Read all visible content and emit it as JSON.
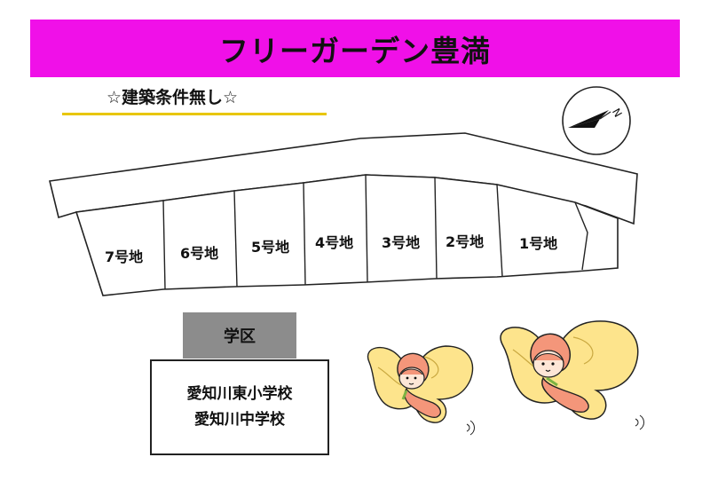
{
  "banner": {
    "title": "フリーガーデン豊満",
    "color": "#f010e8"
  },
  "subtitle": "☆建築条件無し☆",
  "compass": {
    "letter": "N",
    "icon": "compass-north-arrow-icon"
  },
  "lots": [
    {
      "label": "7号地"
    },
    {
      "label": "6号地"
    },
    {
      "label": "5号地"
    },
    {
      "label": "4号地"
    },
    {
      "label": "3号地"
    },
    {
      "label": "2号地"
    },
    {
      "label": "1号地"
    }
  ],
  "school_district": {
    "header": "学区",
    "schools": [
      "愛知川東小学校",
      "愛知川中学校"
    ]
  },
  "illustrations": [
    "fairy-illustration",
    "fairy-illustration"
  ]
}
